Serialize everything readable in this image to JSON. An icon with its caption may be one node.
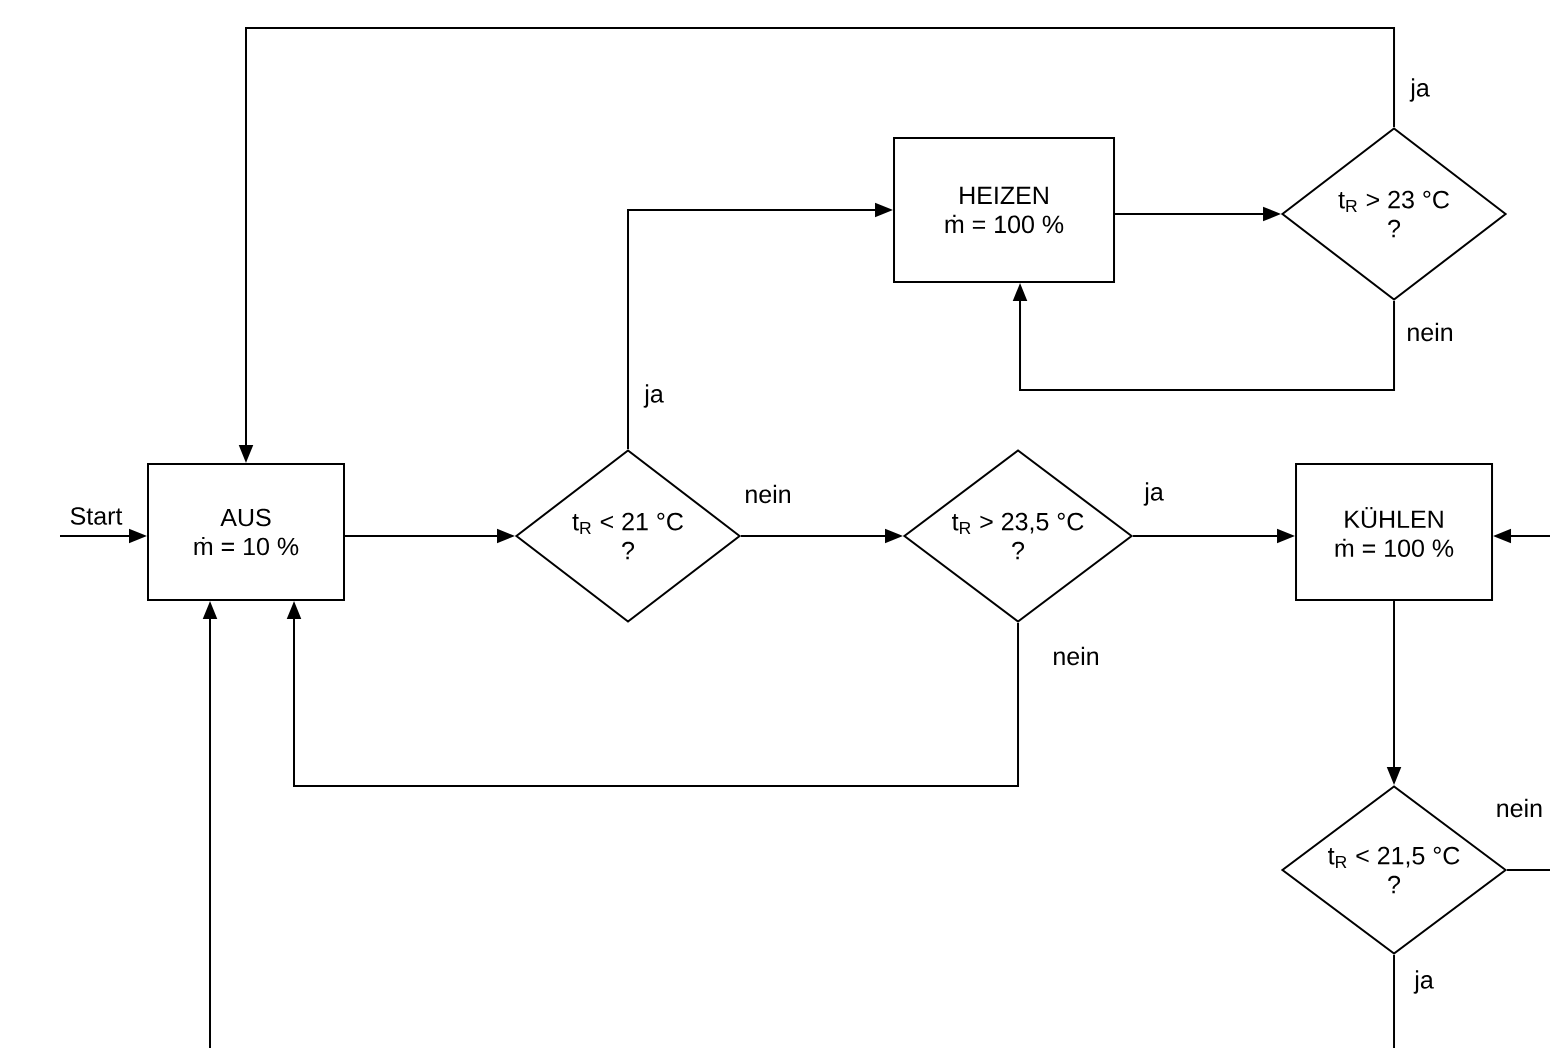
{
  "diagram": {
    "nodes": [
      {
        "text": [
          "AUS",
          "ṁ = 10 %"
        ]
      },
      {
        "text": [
          "t$_{R}$ < 21 °C",
          "?"
        ]
      },
      {
        "text": [
          "HEIZEN",
          "ṁ = 100 %"
        ]
      },
      {
        "text": [
          "t$_{R}$ > 23,5 °C",
          "?"
        ]
      },
      {
        "text": [
          "t$_{R}$ > 23 °C",
          "?"
        ]
      },
      {
        "text": [
          "KÜHLEN",
          "ṁ = 100 %"
        ]
      },
      {
        "text": [
          "t$_{R}$ < 21,5 °C",
          "?"
        ]
      }
    ],
    "edges": [
      {
        "from": null,
        "to": 0,
        "arrow": "to",
        "label": "Start"
      },
      {
        "from": 0,
        "to": 1,
        "arrow": "to"
      },
      {
        "from": 1,
        "to": 2,
        "arrow": "to",
        "label": "ja"
      },
      {
        "from": 1,
        "to": 3,
        "arrow": "to",
        "label": "nein"
      },
      {
        "from": 2,
        "to": 4,
        "arrow": "to"
      },
      {
        "from": 4,
        "to": 0,
        "arrow": "to",
        "label": "ja"
      },
      {
        "from": 4,
        "to": 2,
        "arrow": "to",
        "label": "nein"
      },
      {
        "from": 3,
        "to": 5,
        "arrow": "to",
        "label": "ja"
      },
      {
        "from": 3,
        "to": 0,
        "arrow": "to",
        "label": "nein"
      },
      {
        "from": 5,
        "to": 6,
        "arrow": "to"
      },
      {
        "from": 6,
        "to": null,
        "arrow": "none",
        "label": "nein"
      },
      {
        "from": null,
        "to": 5,
        "arrow": "to"
      },
      {
        "from": 6,
        "to": null,
        "arrow": "none",
        "label": "ja"
      },
      {
        "from": null,
        "to": 0,
        "arrow": "to"
      }
    ]
  }
}
